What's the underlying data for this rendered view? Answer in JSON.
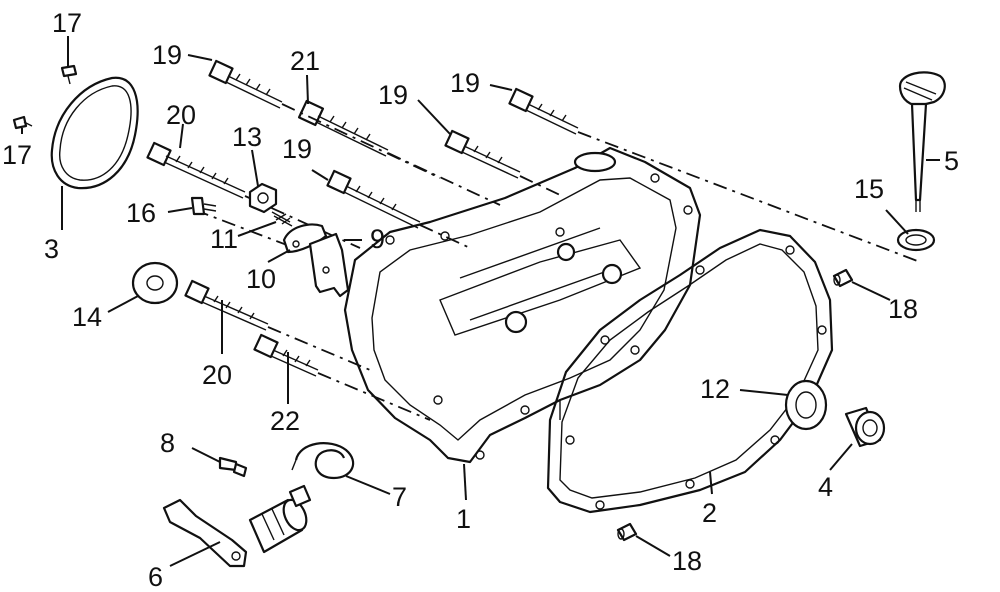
{
  "callouts": {
    "c1": "1",
    "c2": "2",
    "c3": "3",
    "c4": "4",
    "c5": "5",
    "c6": "6",
    "c7": "7",
    "c8": "8",
    "c9": "9",
    "c10": "10",
    "c11": "11",
    "c12": "12",
    "c13": "13",
    "c14": "14",
    "c15": "15",
    "c16": "16",
    "c17a": "17",
    "c17b": "17",
    "c18a": "18",
    "c18b": "18",
    "c19a": "19",
    "c19b": "19",
    "c19c": "19",
    "c19d": "19",
    "c20a": "20",
    "c20b": "20",
    "c21": "21",
    "c22": "22"
  }
}
